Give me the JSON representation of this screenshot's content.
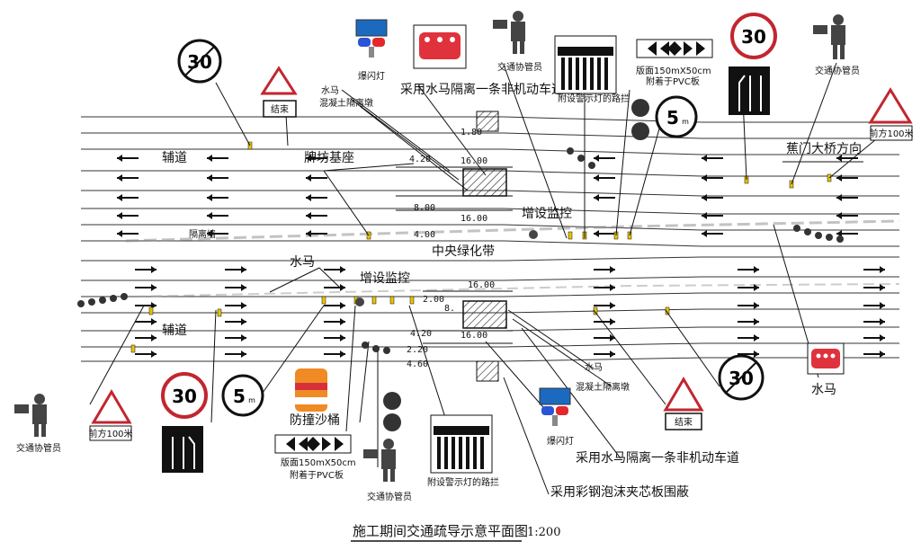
{
  "title": "施工期间交通疏导示意平面图",
  "scale": "1:200",
  "labels": {
    "flash_top": "爆闪灯",
    "flash_bottom": "爆闪灯",
    "water_horse_method_top": "采用水马隔离一条非机动车道",
    "water_horse_method_bottom": "采用水马隔离一条非机动车道",
    "shuima_a": "水马",
    "concrete_a": "混凝土隔离墩",
    "shuima_b": "水马",
    "concrete_b": "混凝土隔离墩",
    "shuima_c": "水马",
    "shuima_d": "水马",
    "traffic_aid_1": "交通协管员",
    "traffic_aid_2": "交通协管员",
    "traffic_aid_3": "交通协管员",
    "traffic_aid_4": "交通协管员",
    "barrier_light_top": "附设警示灯的路拦",
    "barrier_light_bottom": "附设警示灯的路拦",
    "board_size_top": "版面150mX50cm",
    "board_attach_top": "附着于PVC板",
    "board_size_bottom": "版面150mX50cm",
    "board_attach_bottom": "附着于PVC板",
    "direction": "蕉门大桥方向",
    "service_road_top": "辅道",
    "service_road_bottom": "辅道",
    "isolation_wall": "隔离墙",
    "archway": "牌坊基座",
    "monitor_top": "增设监控",
    "monitor_bottom": "增设监控",
    "median": "中央绿化带",
    "crash_barrel": "防撞沙桶",
    "foam_board": "采用彩钢泡沫夹芯板围蔽",
    "end_sign_top": "结束",
    "end_sign_bottom": "结束",
    "ahead_top": "前方100米",
    "ahead_bottom": "前方100米"
  },
  "signs": {
    "speed_limit": "30",
    "height_limit": "5",
    "height_unit": "m"
  },
  "dimensions": [
    "1.80",
    "4.20",
    "16.00",
    "8.00",
    "16.00",
    "4.00",
    "2.00",
    "16.00",
    "8.",
    "4.20",
    "16.00",
    "2.20",
    "4.60"
  ],
  "colors": {
    "line": "#111111",
    "sign_red": "#d6303a",
    "sign_white": "#ffffff",
    "barrel_orange": "#f08a24",
    "water_horse_red": "#e0323c",
    "light_blue": "#2a53d6",
    "light_red": "#e2282c",
    "marker_yellow": "#e8c400",
    "median_gray": "#c8c8c8"
  }
}
